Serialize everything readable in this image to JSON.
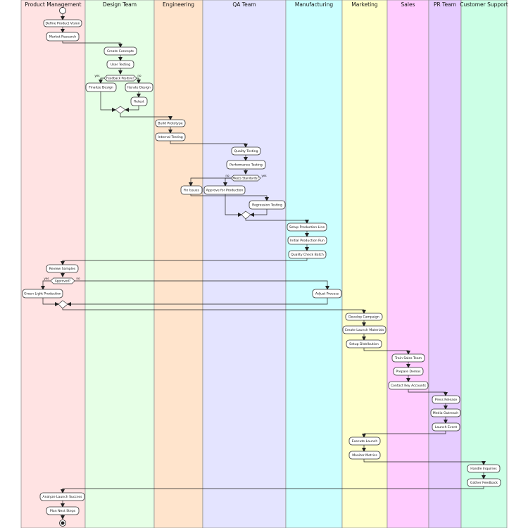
{
  "colors": {
    "product_management": "#ffe3e3",
    "design_team": "#e6ffe6",
    "engineering": "#ffe4cc",
    "qa_team": "#e4e4ff",
    "manufacturing": "#ccffff",
    "marketing": "#ffffcc",
    "sales": "#ffccff",
    "pr_team": "#e6ccff",
    "customer_support": "#ccffe6"
  },
  "lanes": {
    "product_management": "Product Management",
    "design_team": "Design Team",
    "engineering": "Engineering",
    "qa_team": "QA Team",
    "manufacturing": "Manufacturing",
    "marketing": "Marketing",
    "sales": "Sales",
    "pr_team": "PR Team",
    "customer_support": "Customer Support"
  },
  "activities": {
    "define_product_vision": "Define Product Vision",
    "market_research": "Market Research",
    "create_concepts": "Create Concepts",
    "user_testing": "User Testing",
    "finalize_design": "Finalize Design",
    "iterate_design": "Iterate Design",
    "retest": "Retest",
    "build_prototype": "Build Prototype",
    "internal_testing": "Internal Testing",
    "quality_testing": "Quality Testing",
    "performance_testing": "Performance Testing",
    "fix_issues": "Fix Issues",
    "approve_for_production": "Approve for Production",
    "regression_testing": "Regression Testing",
    "setup_production_line": "Setup Production Line",
    "initial_production_run": "Initial Production Run",
    "quality_check_batch": "Quality Check Batch",
    "review_samples": "Review Samples",
    "green_light_production": "Green Light Production",
    "adjust_process": "Adjust Process",
    "develop_campaign": "Develop Campaign",
    "create_launch_materials": "Create Launch Materials",
    "setup_distribution": "Setup Distribution",
    "train_sales_team": "Train Sales Team",
    "prepare_demos": "Prepare Demos",
    "contact_key_accounts": "Contact Key Accounts",
    "press_release": "Press Release",
    "media_outreach": "Media Outreach",
    "launch_event": "Launch Event",
    "execute_launch": "Execute Launch",
    "monitor_metrics": "Monitor Metrics",
    "handle_inquiries": "Handle Inquiries",
    "gather_feedback": "Gather Feedback",
    "analyze_launch_success": "Analyze Launch Success",
    "plan_next_steps": "Plan Next Steps"
  },
  "decisions": {
    "feedback_positive": "Feedback Positive?",
    "meets_standards": "Meets Standards?",
    "approved": "Approved?"
  },
  "branch_labels": {
    "yes": "yes",
    "no": "no"
  }
}
